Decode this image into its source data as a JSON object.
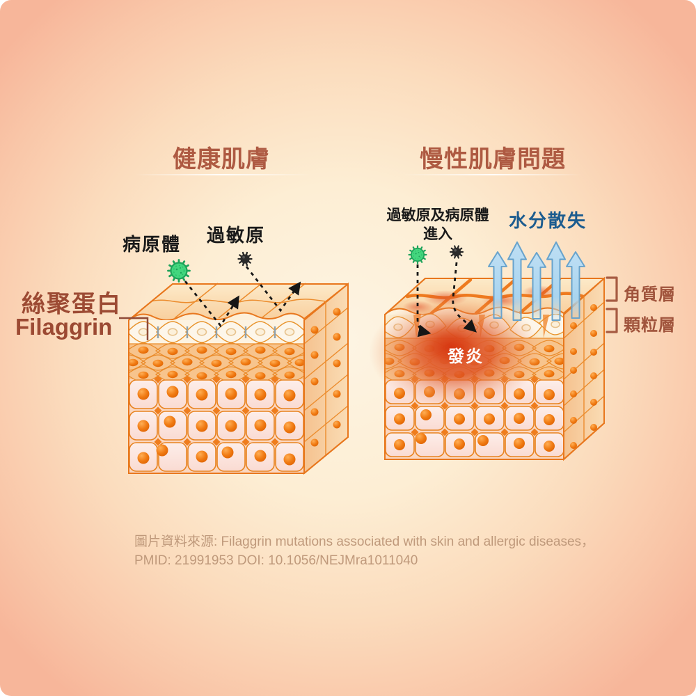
{
  "header": {
    "left_title": "健康肌膚",
    "right_title": "慢性肌膚問題"
  },
  "healthy_panel": {
    "pathogen_label": "病原體",
    "allergen_label": "過敏原",
    "filaggrin_label_zh": "絲聚蛋白",
    "filaggrin_label_en": "Filaggrin"
  },
  "problem_panel": {
    "entry_label_line1": "過敏原及病原體",
    "entry_label_line2": "進入",
    "water_loss_label": "水分散失",
    "inflammation_label": "發炎",
    "stratum_corneum_label": "角質層",
    "granular_layer_label": "顆粒層"
  },
  "footer": {
    "source_line1": "圖片資料來源: Filaggrin mutations associated with skin and allergic diseases，",
    "source_line2": "PMID: 21991953 DOI: 10.1056/NEJMra1011040"
  },
  "icons": {
    "virus_icon": "green-virus",
    "allergen_icon": "black-allergen-particle",
    "water_arrow_icon": "blue-up-arrow",
    "entry_arrow_icon": "black-dashed-arrow",
    "bounce_arrow_icon": "black-dashed-bounce-arrow"
  },
  "colors": {
    "title_text": "#ae5a42",
    "filaggrin_text": "#9c4a33",
    "water_loss_text": "#1c5c8f",
    "layer_label_text": "#a0543c",
    "inflammation_red": "#d6330e",
    "skin_outline_orange": "#e8771d",
    "virus_green": "#43d67e",
    "arrow_blue": "#a9d4ef",
    "citation_text": "#bf997b",
    "background_center": "#fdf4e3",
    "background_edge": "#f7b69a"
  }
}
